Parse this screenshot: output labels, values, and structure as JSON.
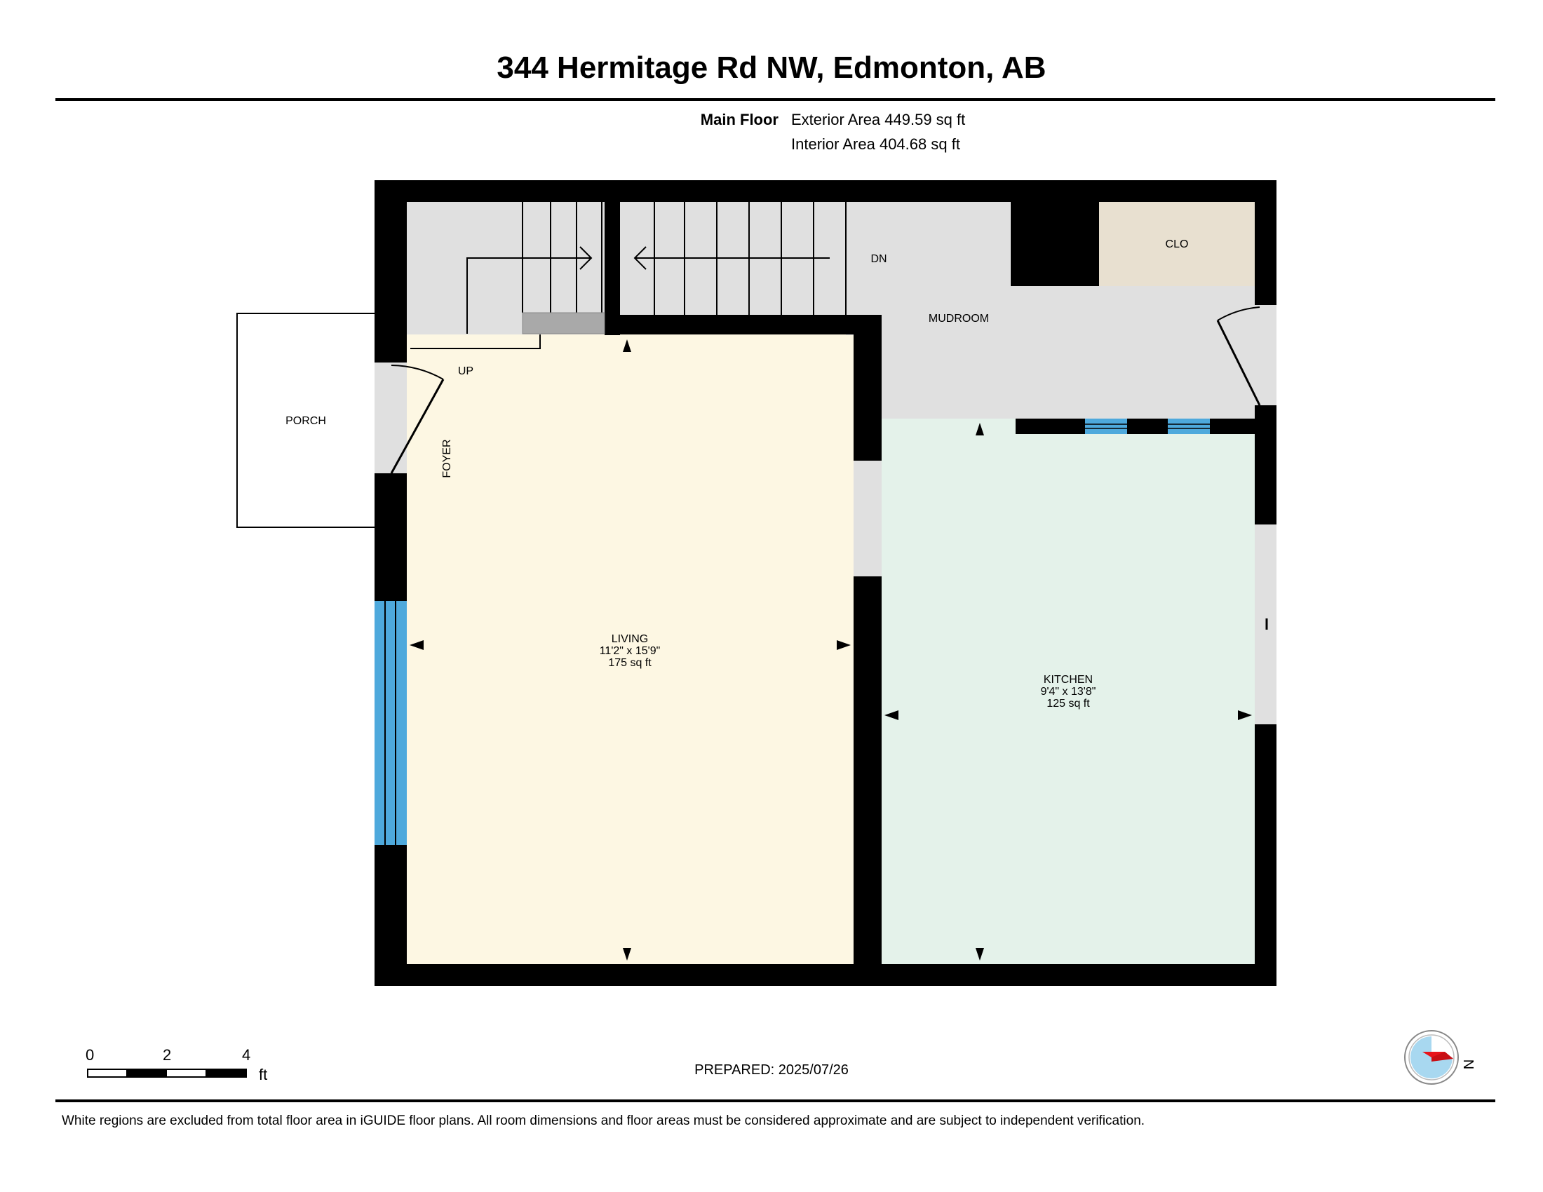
{
  "header": {
    "title": "344 Hermitage Rd NW, Edmonton, AB"
  },
  "area_summary": {
    "floor_name": "Main Floor",
    "exterior_area": "Exterior Area 449.59 sq ft",
    "interior_area": "Interior Area 404.68 sq ft"
  },
  "rooms": {
    "porch": "PORCH",
    "foyer": "FOYER",
    "up": "UP",
    "dn": "DN",
    "mudroom": "MUDROOM",
    "clo": "CLO",
    "living": {
      "name": "LIVING",
      "dimensions": "11'2\" x 15'9\"",
      "area": "175 sq ft"
    },
    "kitchen": {
      "name": "KITCHEN",
      "dimensions": "9'4\" x 13'8\"",
      "area": "125 sq ft"
    }
  },
  "scale_bar": {
    "ticks": [
      "0",
      "2",
      "4"
    ],
    "unit": "ft"
  },
  "compass": {
    "label": "N"
  },
  "colors": {
    "wall": "#000000",
    "living_fill": "#fdf7e3",
    "kitchen_fill": "#e4f2ea",
    "hall_fill": "#e0e0e0",
    "closet_fill": "#e8e0d0",
    "window": "#4ea9dc"
  },
  "footer": {
    "prepared": "PREPARED: 2025/07/26",
    "disclaimer": "White regions are excluded from total floor area in iGUIDE floor plans. All room dimensions and floor areas must be considered approximate and are subject to independent verification."
  }
}
